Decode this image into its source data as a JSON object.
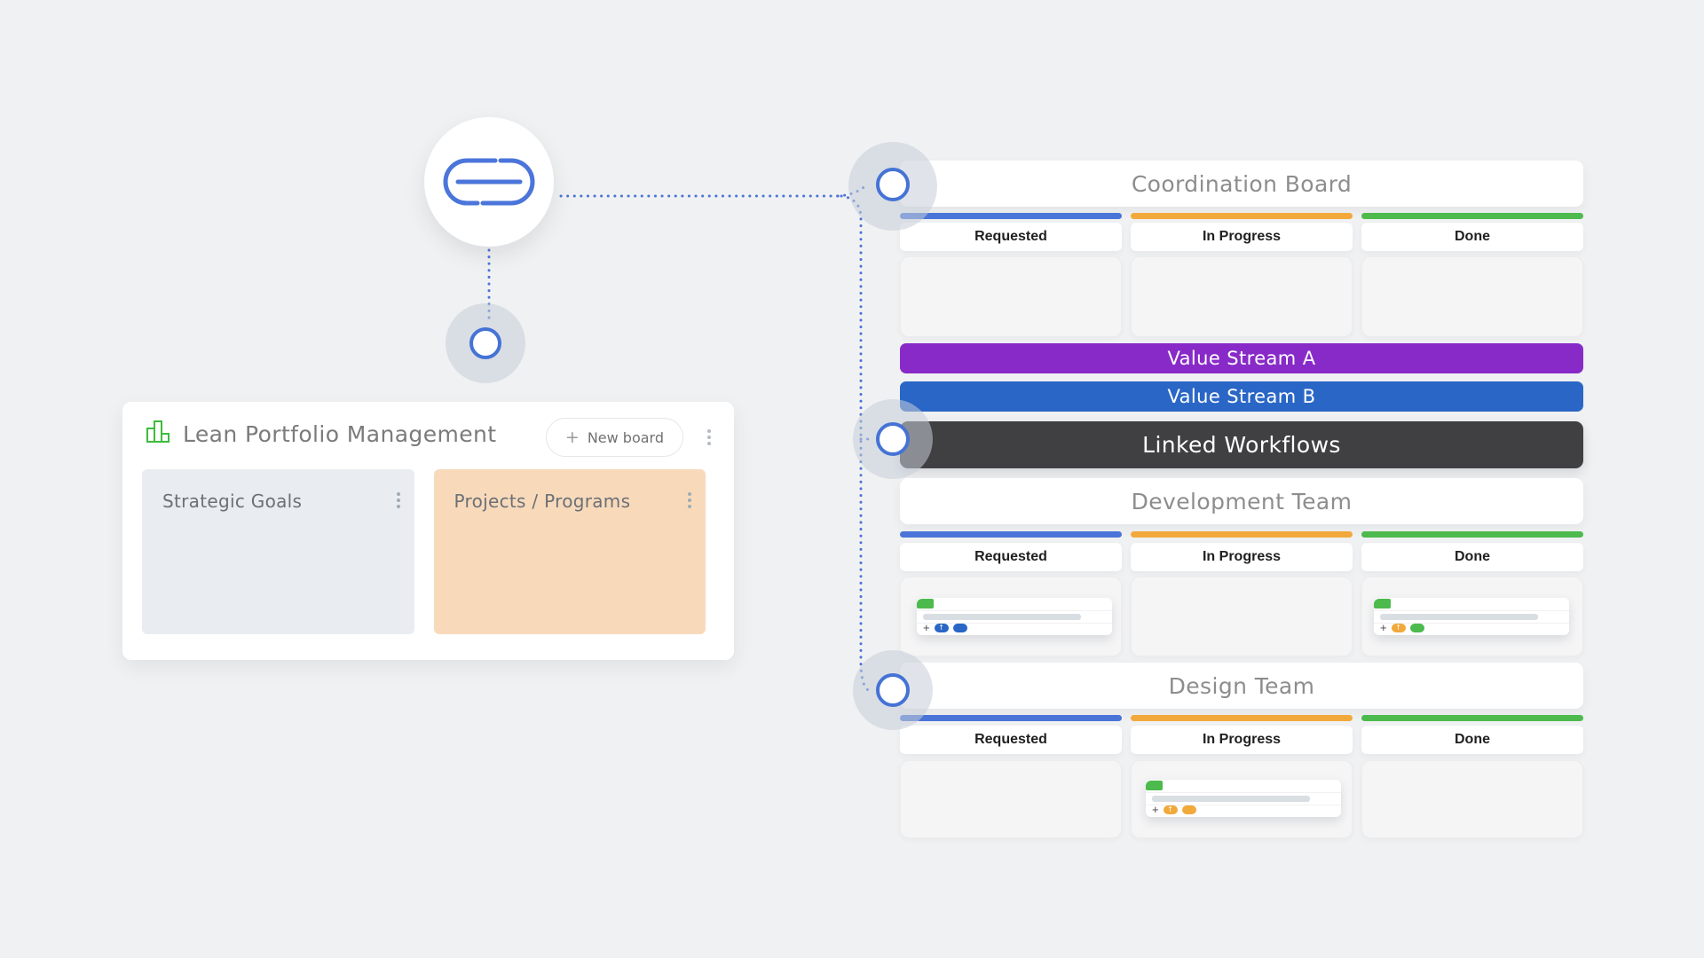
{
  "icons": {
    "plus": "+",
    "arrow_up": "↑",
    "link": "link-icon",
    "kebab": "kebab-menu-icon",
    "board_chart": "bar-chart-icon"
  },
  "colors": {
    "page_bg": "#f0f1f2",
    "accent_blue": "#4b74d8",
    "column_bar_blue": "#4b74d8",
    "column_bar_orange": "#f2a93b",
    "column_bar_green": "#4cba4c",
    "value_stream_a_bg": "#882ac8",
    "value_stream_b_bg": "#2a66c6",
    "linked_workflows_bg": "#403f41",
    "portfolio_gray_column": "#e9edf1",
    "portfolio_peach_column": "#f8dabb",
    "card_tag_green": "#4cba4c",
    "avatar_blue": "#2a66c6",
    "avatar_orange": "#f2a93b",
    "avatar_green": "#4cba4c"
  },
  "portfolio_card": {
    "title": "Lean Portfolio Management",
    "new_board_button": "New board",
    "columns": [
      {
        "label": "Strategic Goals"
      },
      {
        "label": "Projects / Programs"
      }
    ]
  },
  "banners": {
    "value_stream_a": "Value Stream A",
    "value_stream_b": "Value Stream B",
    "linked_workflows": "Linked Workflows"
  },
  "boards": {
    "coordination": {
      "title": "Coordination Board",
      "columns": [
        "Requested",
        "In Progress",
        "Done"
      ]
    },
    "development": {
      "title": "Development Team",
      "columns": [
        "Requested",
        "In Progress",
        "Done"
      ]
    },
    "design": {
      "title": "Design Team",
      "columns": [
        "Requested",
        "In Progress",
        "Done"
      ]
    }
  },
  "mini_cards": [
    {
      "board": "Development Team",
      "column": "Requested",
      "tag": "green",
      "avatars": [
        "blue-arrow",
        "blue"
      ]
    },
    {
      "board": "Development Team",
      "column": "Done",
      "tag": "green",
      "avatars": [
        "orange-arrow",
        "green"
      ]
    },
    {
      "board": "Design Team",
      "column": "In Progress",
      "tag": "green",
      "avatars": [
        "orange-arrow",
        "orange"
      ]
    }
  ]
}
